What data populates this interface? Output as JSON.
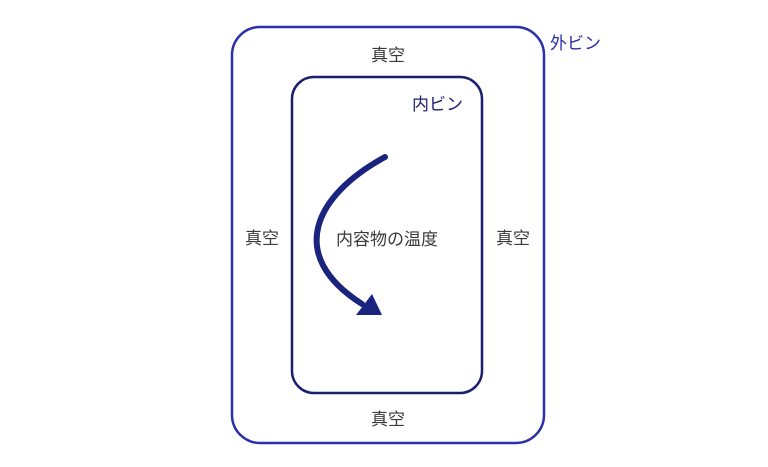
{
  "labels": {
    "outer_bottle": "外ビン",
    "inner_bottle": "内ビン",
    "vacuum_top": "真空",
    "vacuum_left": "真空",
    "vacuum_right": "真空",
    "vacuum_bottom": "真空",
    "contents_temperature": "内容物の温度"
  },
  "colors": {
    "outer_bottle": "#2b2fa8",
    "inner_bottle": "#1c1f6e",
    "arrow": "#1a237e",
    "label_text": "#3a3a3a"
  },
  "icons": {
    "flow": "curved-arrow-icon"
  }
}
